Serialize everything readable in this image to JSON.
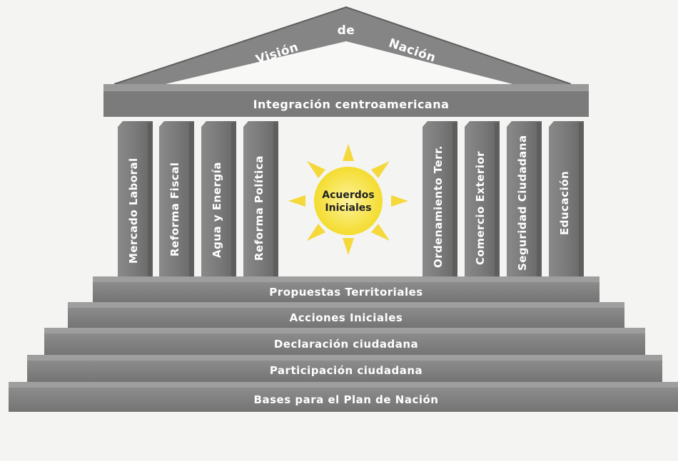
{
  "roof": {
    "word1": "Visión",
    "word2": "de",
    "word3": "Nación"
  },
  "architrave": "Integración centroamericana",
  "columns_left": [
    "Mercado Laboral",
    "Reforma Fiscal",
    "Agua y Energía",
    "Reforma Política"
  ],
  "columns_right": [
    "Ordenamiento Terr.",
    "Comercio Exterior",
    "Seguridad Ciudadana",
    "Educación"
  ],
  "sun": {
    "line1": "Acuerdos",
    "line2": "Iniciales"
  },
  "steps": [
    "Propuestas Territoriales",
    "Acciones Iniciales",
    "Declaración ciudadana",
    "Participación ciudadana",
    "Bases para el Plan de Nación"
  ],
  "colors": {
    "stone": "#7d7d7d",
    "stone_light": "#9a9a9a",
    "stone_dark": "#5c5c5c",
    "sun": "#f7e34a",
    "sun_ray": "#f5d83a"
  }
}
